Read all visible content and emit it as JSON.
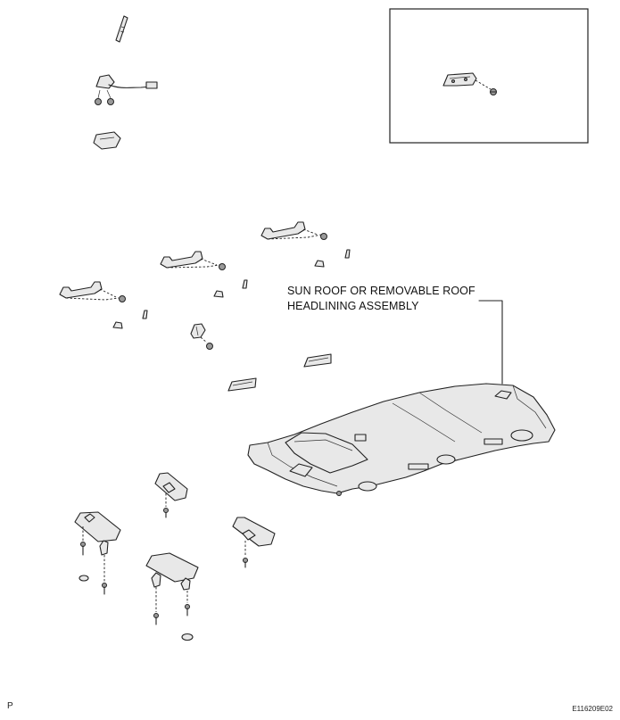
{
  "callout": {
    "line1": "SUN ROOF OR REMOVABLE ROOF",
    "line2": "HEADLINING ASSEMBLY"
  },
  "corner_code": "E116209E02",
  "page_letter": "P"
}
